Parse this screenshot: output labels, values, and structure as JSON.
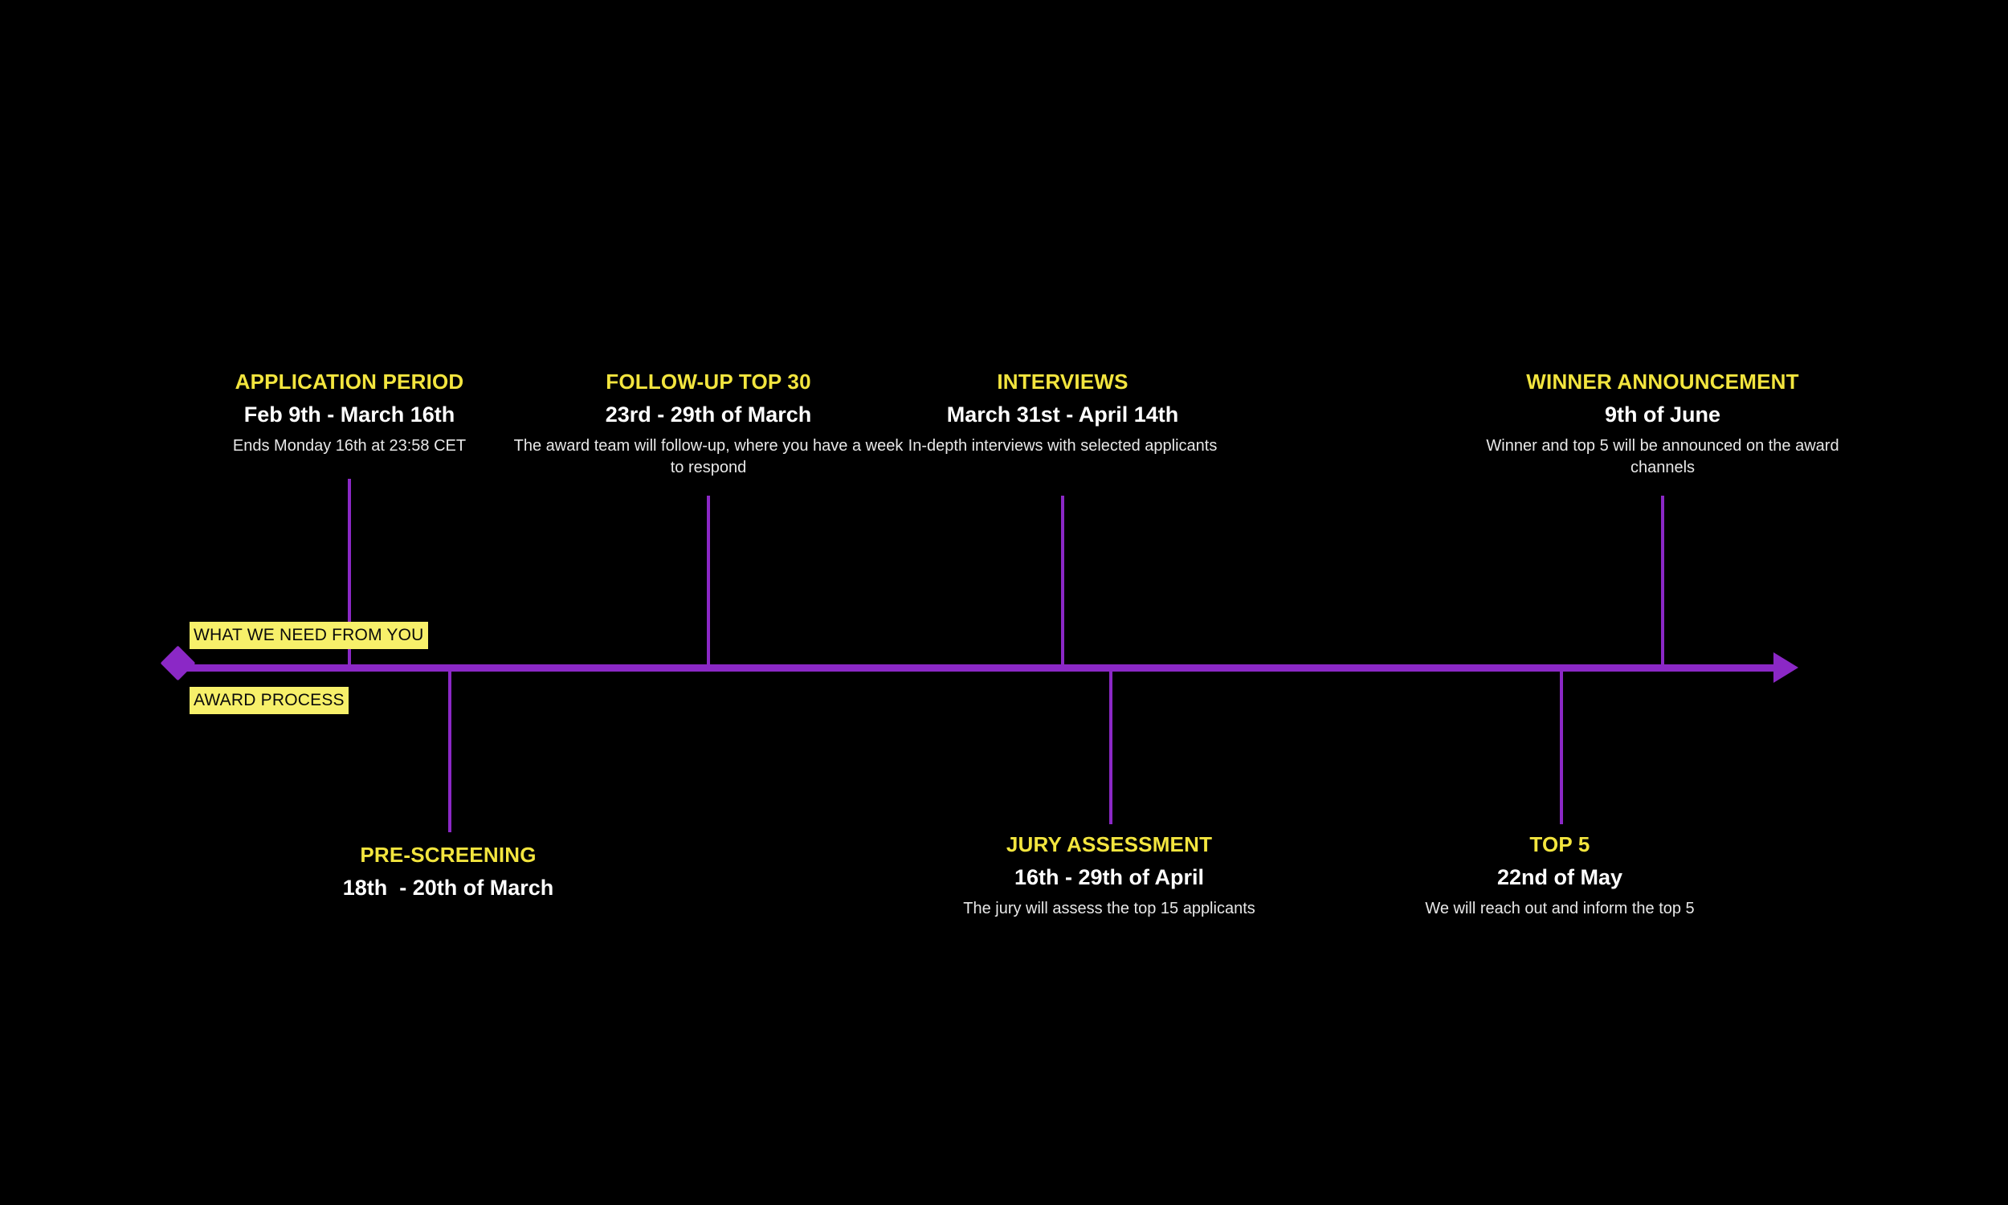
{
  "theme": {
    "background": "#000000",
    "accent_purple": "#8B28C6",
    "accent_yellow": "#F3E53E",
    "highlight_yellow": "#F7F06A",
    "text_white": "#FFFFFF",
    "text_black": "#0A0A0A"
  },
  "axis": {
    "left_marker": "diamond",
    "right_marker": "arrow"
  },
  "bands": {
    "above_label": "WHAT WE NEED FROM YOU",
    "below_label": "AWARD PROCESS"
  },
  "chart_data": {
    "type": "timeline",
    "title": "",
    "orientation": "horizontal",
    "axis_range": [
      "Feb 9th",
      "9th of June"
    ],
    "milestones": [
      {
        "id": "application-period",
        "side": "above",
        "title": "APPLICATION PERIOD",
        "date": "Feb 9th - March 16th",
        "description": "Ends Monday 16th at 23:58 CET"
      },
      {
        "id": "follow-up-top-30",
        "side": "above",
        "title": "FOLLOW-UP TOP 30",
        "date": "23rd - 29th of March",
        "description": "The award team will follow-up, where you have a week to respond"
      },
      {
        "id": "interviews",
        "side": "above",
        "title": "INTERVIEWS",
        "date": "March 31st - April 14th",
        "description": "In-depth interviews with selected applicants"
      },
      {
        "id": "winner-announcement",
        "side": "above",
        "title": "WINNER ANNOUNCEMENT",
        "date": "9th of June",
        "description": "Winner and top 5 will be announced on the award channels"
      },
      {
        "id": "pre-screening",
        "side": "below",
        "title": "PRE-SCREENING",
        "date": "18th  - 20th of March",
        "description": ""
      },
      {
        "id": "jury-assessment",
        "side": "below",
        "title": "JURY ASSESSMENT",
        "date": "16th - 29th of April",
        "description": "The jury will assess the top 15 applicants"
      },
      {
        "id": "top-5",
        "side": "below",
        "title": "TOP 5",
        "date": "22nd of May",
        "description": "We will reach out and inform the top 5"
      }
    ]
  }
}
